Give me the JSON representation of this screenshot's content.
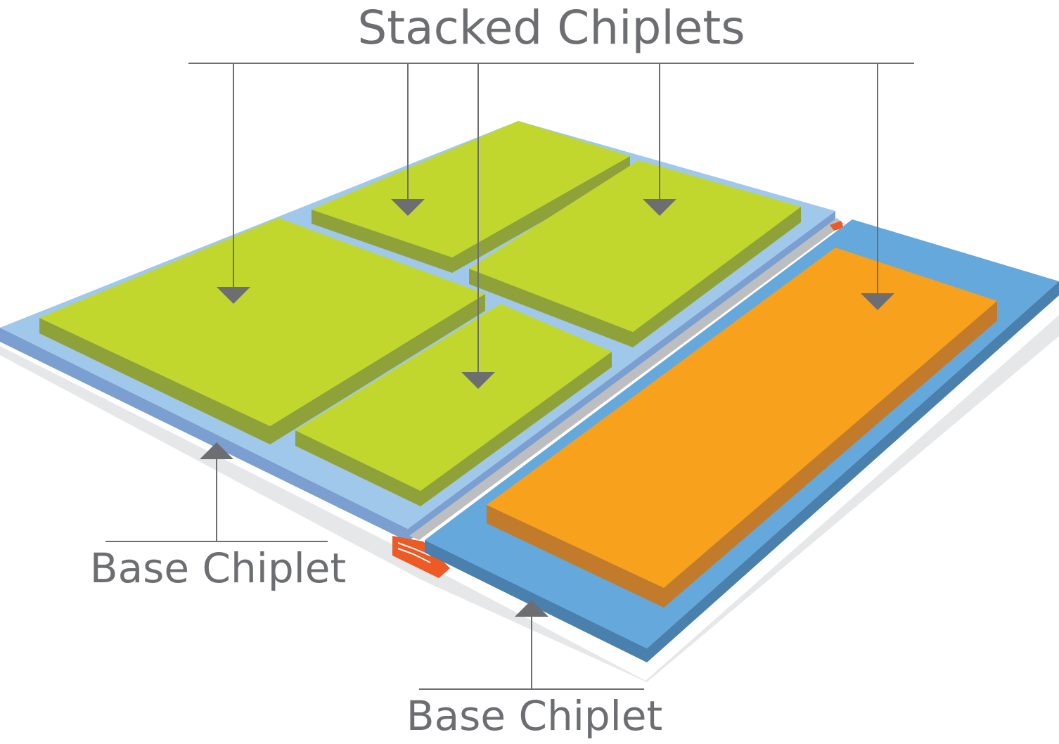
{
  "labels": {
    "top": "Stacked Chiplets",
    "base_left": "Base Chiplet",
    "base_right": "Base Chiplet"
  },
  "colors": {
    "background": "#ffffff",
    "shadow": "#e6e7e8",
    "left_base_top": "#a0c8ea",
    "left_base_side": "#7a9fd0",
    "right_base_top": "#64a8dc",
    "right_base_side": "#4a80ad",
    "green_top": "#c1d72e",
    "green_side": "#8fa23a",
    "orange_top": "#f8a11c",
    "orange_side": "#c17b2a",
    "connector": "#ee5a24",
    "leader": "#6d6e71"
  }
}
